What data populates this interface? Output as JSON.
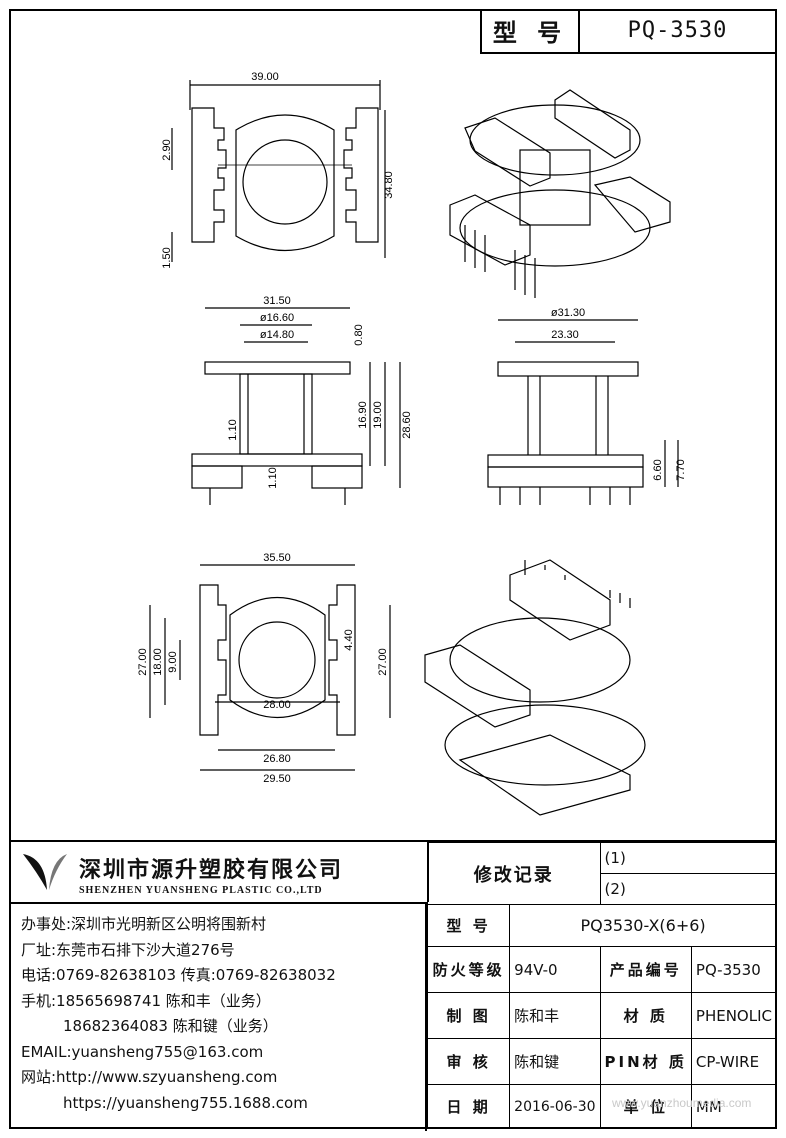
{
  "title": {
    "label": "型 号",
    "model": "PQ-3530"
  },
  "dims": {
    "top_width": "39.00",
    "top_height": "34.80",
    "top_pitch": "2.90",
    "top_pin": "1.50",
    "side_w": "31.50",
    "side_d1": "ø16.60",
    "side_d2": "ø14.80",
    "side_t": "0.80",
    "side_h1": "16.90",
    "side_h2": "19.00",
    "side_h3": "28.60",
    "side_p1": "1.10",
    "side_p2": "1.10",
    "front_d": "ø31.30",
    "front_w": "23.30",
    "front_h1": "6.60",
    "front_h2": "7.70",
    "bot_w": "35.50",
    "bot_h1": "27.00",
    "bot_h2": "18.00",
    "bot_h3": "9.00",
    "bot_h4": "4.40",
    "bot_h5": "27.00",
    "bot_w2": "28.00",
    "bot_w3": "26.80",
    "bot_w4": "29.50"
  },
  "company": {
    "name_cn": "深圳市源升塑胶有限公司",
    "name_en": "SHENZHEN YUANSHENG PLASTIC CO.,LTD",
    "lines": [
      "办事处:深圳市光明新区公明将围新村",
      "厂址:东莞市石排下沙大道276号",
      "电话:0769-82638103 传真:0769-82638032",
      "手机:18565698741 陈和丰（业务）",
      "18682364083 陈和键（业务）",
      "EMAIL:yuansheng755@163.com",
      "网站:http://www.szyuansheng.com",
      "https://yuansheng755.1688.com"
    ]
  },
  "info": {
    "revision_label": "修改记录",
    "rev1": "(1)",
    "rev2": "(2)",
    "model_label": "型 号",
    "model_value": "PQ3530-X(6+6)",
    "fire_label": "防火等级",
    "fire_value": "94V-0",
    "product_label": "产品编号",
    "product_value": "PQ-3530",
    "drawn_label": "制 图",
    "drawn_value": "陈和丰",
    "material_label": "材 质",
    "material_value": "PHENOLIC",
    "review_label": "审 核",
    "review_value": "陈和键",
    "pin_label": "PIN材 质",
    "pin_value": "CP-WIRE",
    "date_label": "日 期",
    "date_value": "2016-06-30",
    "unit_label": "单 位",
    "unit_value": "MM"
  },
  "watermark": "www.yuanzhoumedia.com"
}
